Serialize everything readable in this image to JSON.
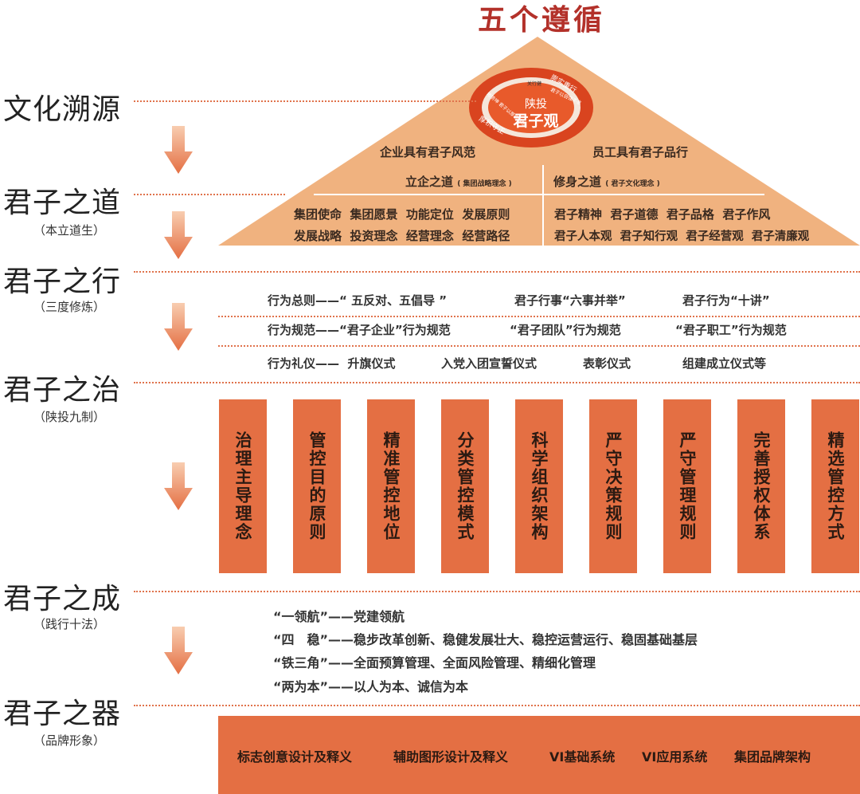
{
  "title": "五个遵循",
  "levels": [
    {
      "title": "文化溯源",
      "sub": ""
    },
    {
      "title": "君子之道",
      "sub": "（本立道生）"
    },
    {
      "title": "君子之行",
      "sub": "（三度修炼）"
    },
    {
      "title": "君子之治",
      "sub": "（陕投九制）"
    },
    {
      "title": "君子之成",
      "sub": "（践行十法）"
    },
    {
      "title": "君子之器",
      "sub": "（品牌形象）"
    }
  ],
  "emblem": {
    "top": "陕投",
    "main": "君子观",
    "ring_top": "崇实重行",
    "ring_bottom": "厚积守正",
    "inner1": "关行健",
    "inner2": "君子以自强不息",
    "inner3": "地势坤 君子以厚德载物"
  },
  "roof": {
    "left_style": "企业具有君子风范",
    "right_style": "员工具有君子品行",
    "left_way": "立企之道",
    "left_way_note": "( 集团战略理念 )",
    "right_way": "修身之道",
    "right_way_note": "( 君子文化理念 )",
    "left_row1": "集团使命  集团愿景  功能定位  发展原则",
    "left_row2": "发展战略  投资理念  经营理念  经营路径",
    "right_row1": "君子精神  君子道德  君子品格  君子作风",
    "right_row2": "君子人本观  君子知行观  君子经营观  君子清廉观"
  },
  "conduct": {
    "row1": [
      "行为总则——“ 五反对、五倡导 ”",
      "君子行事“六事并举”",
      "君子行为“十讲”"
    ],
    "row2": [
      "行为规范——“君子企业”行为规范",
      "“君子团队”行为规范",
      "“君子职工”行为规范"
    ],
    "row3": [
      "行为礼仪——  升旗仪式",
      "入党入团宣誓仪式",
      "表彰仪式",
      "组建成立仪式等"
    ]
  },
  "pillars": [
    "治理主导理念",
    "管控目的原则",
    "精准管控地位",
    "分类管控模式",
    "科学组织架构",
    "严守决策规则",
    "严守管理规则",
    "完善授权体系",
    "精选管控方式"
  ],
  "methods": [
    {
      "label": "“一领航”",
      "text": "——党建领航"
    },
    {
      "label": "“四　稳”",
      "text": "——稳步改革创新、稳健发展壮大、稳控运营运行、稳固基础基层"
    },
    {
      "label": "“铁三角”",
      "text": "——全面预算管理、全面风险管理、精细化管理"
    },
    {
      "label": "“两为本”",
      "text": "——以人为本、诚信为本"
    }
  ],
  "brand": [
    "标志创意设计及释义",
    "辅助图形设计及释义",
    "VI基础系统",
    "VI应用系统",
    "集团品牌架构"
  ],
  "colors": {
    "accent": "#e46f43",
    "roof": "#f0b27f",
    "title": "#b3312a"
  }
}
